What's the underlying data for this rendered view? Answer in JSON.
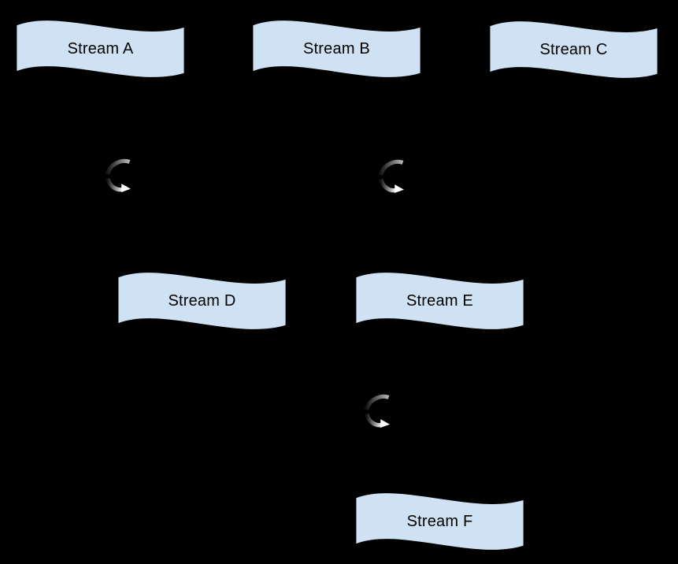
{
  "diagram": {
    "background_color": "#000000",
    "node_fill_color": "#cfe2f3",
    "node_border_color": "#000000",
    "node_text_color": "#000000",
    "nodes": [
      {
        "id": "stream-a",
        "label": "Stream A",
        "shape": "wave-flag"
      },
      {
        "id": "stream-b",
        "label": "Stream B",
        "shape": "wave-flag"
      },
      {
        "id": "stream-c",
        "label": "Stream C",
        "shape": "wave-flag"
      },
      {
        "id": "stream-d",
        "label": "Stream D",
        "shape": "wave-flag"
      },
      {
        "id": "stream-e",
        "label": "Stream E",
        "shape": "wave-flag"
      },
      {
        "id": "stream-f",
        "label": "Stream F",
        "shape": "wave-flag"
      }
    ],
    "loop_icons": {
      "count": 3,
      "name": "curved-rotate-arrow-icon",
      "dark_color": "#161616",
      "gray_color": "#b9b9b9",
      "white_color": "#ffffff"
    }
  }
}
